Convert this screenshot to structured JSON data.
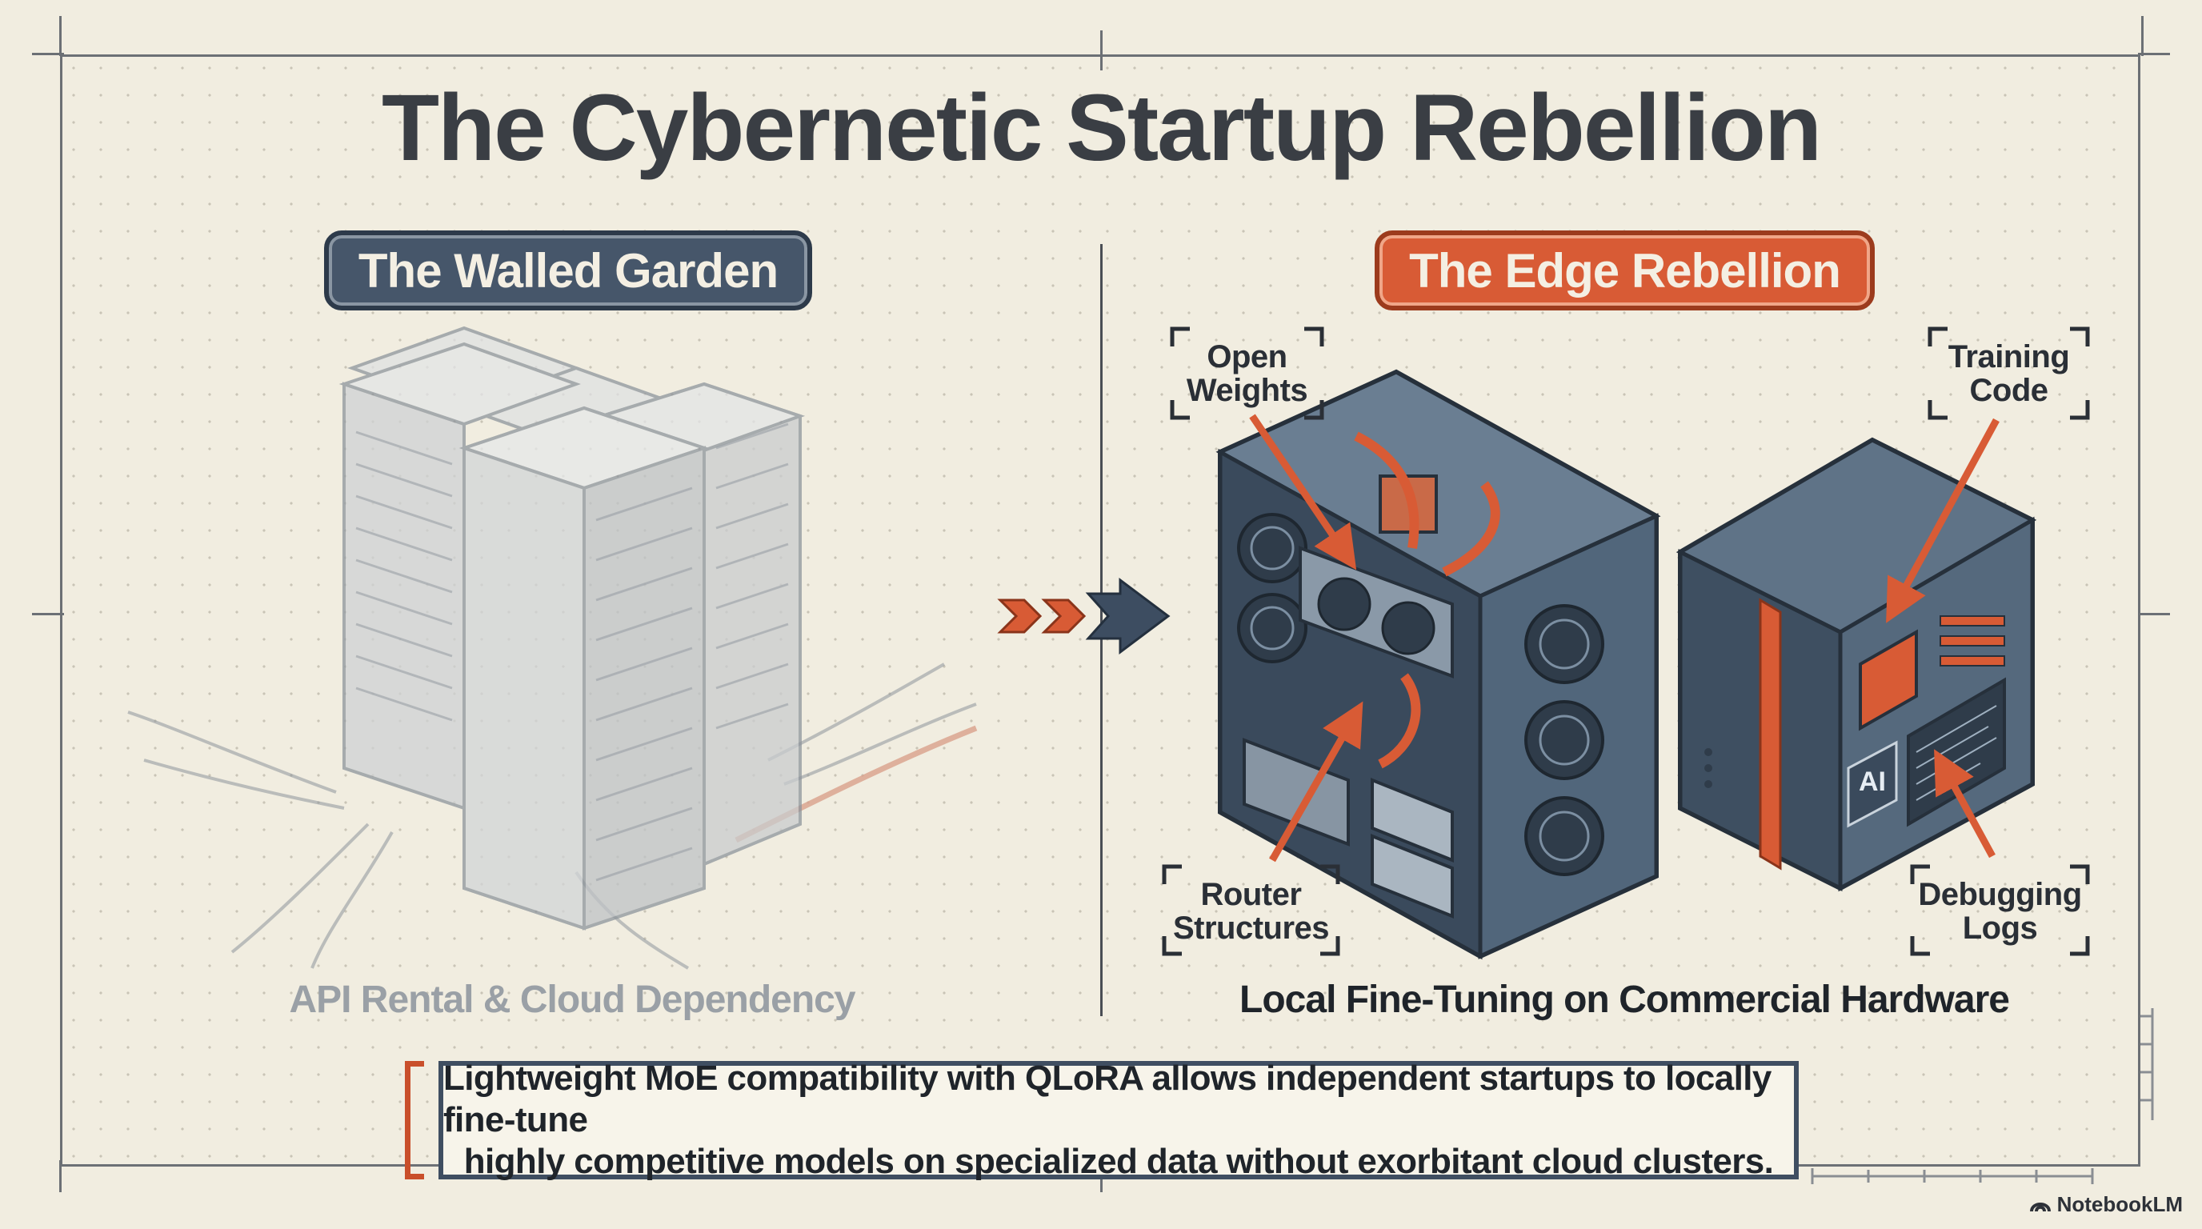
{
  "title": "The Cybernetic Startup Rebellion",
  "left_panel": {
    "tag": "The Walled Garden",
    "caption": "API Rental & Cloud Dependency"
  },
  "right_panel": {
    "tag": "The Edge Rebellion",
    "caption": "Local Fine-Tuning on Commercial Hardware",
    "callouts": {
      "open_weights": [
        "Open",
        "Weights"
      ],
      "training_code": [
        "Training",
        "Code"
      ],
      "router_structures": [
        "Router",
        "Structures"
      ],
      "debugging_logs": [
        "Debugging",
        "Logs"
      ]
    },
    "chip_label": "AI"
  },
  "summary": {
    "line1": "Lightweight MoE compatibility with QLoRA allows independent startups to locally fine-tune",
    "line2": "highly competitive models on specialized data without exorbitant cloud clusters."
  },
  "brand": "NotebookLM",
  "colors": {
    "background": "#f1ede0",
    "slate": "#46566a",
    "accent_orange": "#d85b35",
    "ink": "#3a3e44"
  }
}
